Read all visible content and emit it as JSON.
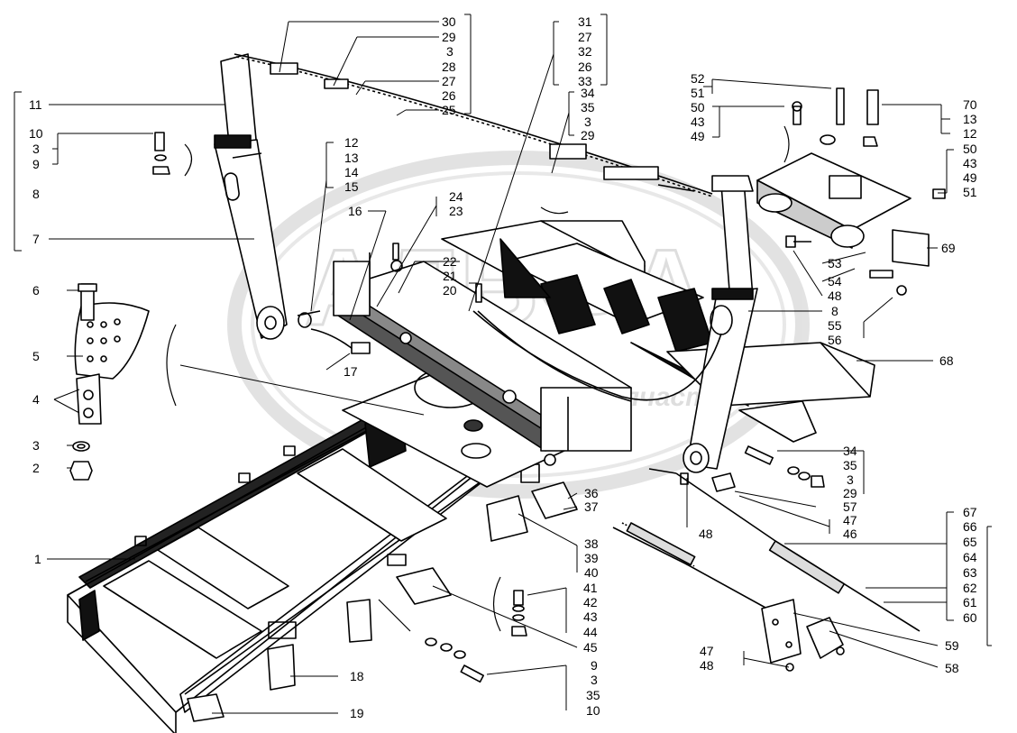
{
  "watermark": {
    "line1": "АЛЬФА",
    "line2": "Автозапчасти"
  },
  "callouts": [
    {
      "id": "c-30",
      "label": "30"
    },
    {
      "id": "c-29a",
      "label": "29"
    },
    {
      "id": "c-3a",
      "label": "3"
    },
    {
      "id": "c-28",
      "label": "28"
    },
    {
      "id": "c-27a",
      "label": "27"
    },
    {
      "id": "c-26a",
      "label": "26"
    },
    {
      "id": "c-25",
      "label": "25"
    },
    {
      "id": "c-31",
      "label": "31"
    },
    {
      "id": "c-27b",
      "label": "27"
    },
    {
      "id": "c-32",
      "label": "32"
    },
    {
      "id": "c-26b",
      "label": "26"
    },
    {
      "id": "c-33",
      "label": "33"
    },
    {
      "id": "c-34a",
      "label": "34"
    },
    {
      "id": "c-35a",
      "label": "35"
    },
    {
      "id": "c-3b",
      "label": "3"
    },
    {
      "id": "c-29b",
      "label": "29"
    },
    {
      "id": "c-52",
      "label": "52"
    },
    {
      "id": "c-51a",
      "label": "51"
    },
    {
      "id": "c-50a",
      "label": "50"
    },
    {
      "id": "c-43a",
      "label": "43"
    },
    {
      "id": "c-49a",
      "label": "49"
    },
    {
      "id": "c-70",
      "label": "70"
    },
    {
      "id": "c-13a",
      "label": "13"
    },
    {
      "id": "c-12a",
      "label": "12"
    },
    {
      "id": "c-50b",
      "label": "50"
    },
    {
      "id": "c-43b",
      "label": "43"
    },
    {
      "id": "c-49b",
      "label": "49"
    },
    {
      "id": "c-51b",
      "label": "51"
    },
    {
      "id": "c-11",
      "label": "11"
    },
    {
      "id": "c-10a",
      "label": "10"
    },
    {
      "id": "c-3c",
      "label": "3"
    },
    {
      "id": "c-9a",
      "label": "9"
    },
    {
      "id": "c-8a",
      "label": "8"
    },
    {
      "id": "c-7",
      "label": "7"
    },
    {
      "id": "c-12b",
      "label": "12"
    },
    {
      "id": "c-13b",
      "label": "13"
    },
    {
      "id": "c-14",
      "label": "14"
    },
    {
      "id": "c-15",
      "label": "15"
    },
    {
      "id": "c-24",
      "label": "24"
    },
    {
      "id": "c-23",
      "label": "23"
    },
    {
      "id": "c-16",
      "label": "16"
    },
    {
      "id": "c-22",
      "label": "22"
    },
    {
      "id": "c-21",
      "label": "21"
    },
    {
      "id": "c-20",
      "label": "20"
    },
    {
      "id": "c-17",
      "label": "17"
    },
    {
      "id": "c-6",
      "label": "6"
    },
    {
      "id": "c-5",
      "label": "5"
    },
    {
      "id": "c-4",
      "label": "4"
    },
    {
      "id": "c-3d",
      "label": "3"
    },
    {
      "id": "c-2",
      "label": "2"
    },
    {
      "id": "c-69",
      "label": "69"
    },
    {
      "id": "c-53",
      "label": "53"
    },
    {
      "id": "c-54",
      "label": "54"
    },
    {
      "id": "c-48a",
      "label": "48"
    },
    {
      "id": "c-8b",
      "label": "8"
    },
    {
      "id": "c-55",
      "label": "55"
    },
    {
      "id": "c-56",
      "label": "56"
    },
    {
      "id": "c-68",
      "label": "68"
    },
    {
      "id": "c-34b",
      "label": "34"
    },
    {
      "id": "c-35b",
      "label": "35"
    },
    {
      "id": "c-3e",
      "label": "3"
    },
    {
      "id": "c-29c",
      "label": "29"
    },
    {
      "id": "c-57",
      "label": "57"
    },
    {
      "id": "c-47a",
      "label": "47"
    },
    {
      "id": "c-46",
      "label": "46"
    },
    {
      "id": "c-48b",
      "label": "48"
    },
    {
      "id": "c-36",
      "label": "36"
    },
    {
      "id": "c-37",
      "label": "37"
    },
    {
      "id": "c-38",
      "label": "38"
    },
    {
      "id": "c-39",
      "label": "39"
    },
    {
      "id": "c-40",
      "label": "40"
    },
    {
      "id": "c-67",
      "label": "67"
    },
    {
      "id": "c-66",
      "label": "66"
    },
    {
      "id": "c-65",
      "label": "65"
    },
    {
      "id": "c-64",
      "label": "64"
    },
    {
      "id": "c-63",
      "label": "63"
    },
    {
      "id": "c-62",
      "label": "62"
    },
    {
      "id": "c-61",
      "label": "61"
    },
    {
      "id": "c-60",
      "label": "60"
    },
    {
      "id": "c-59",
      "label": "59"
    },
    {
      "id": "c-58",
      "label": "58"
    },
    {
      "id": "c-1",
      "label": "1"
    },
    {
      "id": "c-41",
      "label": "41"
    },
    {
      "id": "c-42",
      "label": "42"
    },
    {
      "id": "c-43c",
      "label": "43"
    },
    {
      "id": "c-44",
      "label": "44"
    },
    {
      "id": "c-45",
      "label": "45"
    },
    {
      "id": "c-47b",
      "label": "47"
    },
    {
      "id": "c-48c",
      "label": "48"
    },
    {
      "id": "c-18",
      "label": "18"
    },
    {
      "id": "c-19",
      "label": "19"
    },
    {
      "id": "c-9b",
      "label": "9"
    },
    {
      "id": "c-3f",
      "label": "3"
    },
    {
      "id": "c-35c",
      "label": "35"
    },
    {
      "id": "c-10b",
      "label": "10"
    }
  ]
}
